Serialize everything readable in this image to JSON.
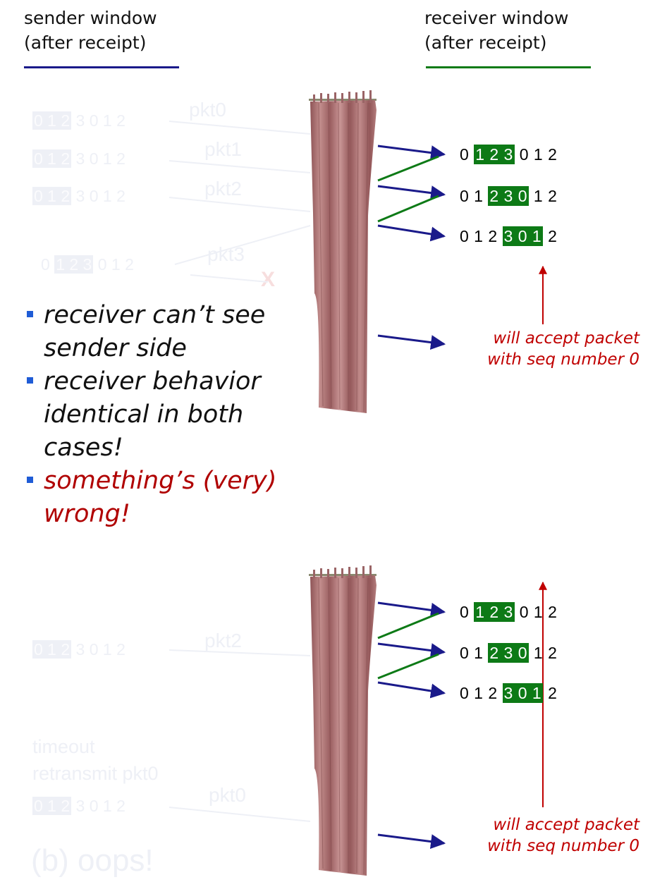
{
  "headers": {
    "sender": {
      "line1": "sender window",
      "line2": "(after receipt)",
      "underline_color": "#1a1a8a"
    },
    "receiver": {
      "line1": "receiver window",
      "line2": "(after receipt)",
      "underline_color": "#0d7a16"
    }
  },
  "bullets": [
    {
      "text": "receiver can’t see sender side",
      "style": "normal"
    },
    {
      "text": "receiver behavior identical in both cases!",
      "style": "normal"
    },
    {
      "text": "something’s (very) wrong!",
      "style": "red"
    }
  ],
  "receiver_windows": [
    {
      "pre": "0 ",
      "hl": "1 2 3",
      "post": " 0 1 2"
    },
    {
      "pre": "0 1 ",
      "hl": "2 3 0",
      "post": " 1 2"
    },
    {
      "pre": "0 1 2 ",
      "hl": "3 0 1",
      "post": " 2"
    },
    {
      "pre": "0 ",
      "hl": "1 2 3",
      "post": " 0 1 2"
    },
    {
      "pre": "0 1 ",
      "hl": "2 3 0",
      "post": " 1 2"
    },
    {
      "pre": "0 1 2 ",
      "hl": "3 0 1",
      "post": " 2"
    }
  ],
  "notes": [
    {
      "line1": "will accept packet",
      "line2": "with seq number 0"
    },
    {
      "line1": "will accept packet",
      "line2": "with seq number 0"
    }
  ],
  "faded_sender": {
    "rows": [
      {
        "pre": "",
        "hl": "0 1 2",
        "post": " 3 0 1 2",
        "pkt": "pkt0"
      },
      {
        "pre": "",
        "hl": "0 1 2",
        "post": " 3 0 1 2",
        "pkt": "pkt1"
      },
      {
        "pre": "",
        "hl": "0 1 2",
        "post": " 3 0 1 2",
        "pkt": "pkt2"
      },
      {
        "pre": "0 ",
        "hl": "1 2 3",
        "post": " 0 1 2",
        "pkt": "pkt3"
      },
      {
        "pre": "",
        "hl": "0 1 2",
        "post": " 3 0 1 2",
        "pkt": "pkt2"
      },
      {
        "pre": "",
        "hl": "0 1 2",
        "post": " 3 0 1 2",
        "pkt": "pkt0"
      }
    ],
    "loss_mark": "X",
    "timeout": "timeout",
    "retransmit": "retransmit pkt0",
    "caption": "(b) oops!"
  },
  "colors": {
    "arrow_blue": "#1a1a8a",
    "ack_green": "#0d7a16",
    "highlight_green": "#0d7a16",
    "note_red": "#c00000",
    "curtain": "#a46a6a",
    "faded": "#eef0f6"
  }
}
